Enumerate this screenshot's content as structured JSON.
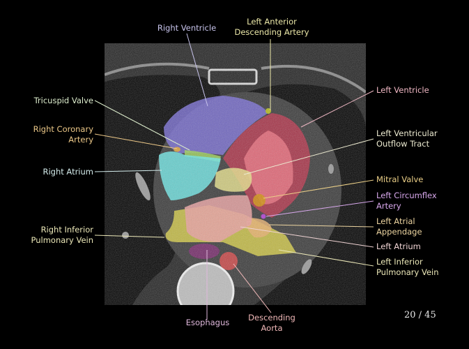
{
  "slide": {
    "counter": "20 / 45",
    "current_page": 20,
    "total_pages": 45
  },
  "colors": {
    "right_ventricle": "#7a6fd6",
    "left_ventricle": "#b0344a",
    "left_ventricle_cavity": "#e8707e",
    "right_atrium": "#6ee8e6",
    "tricuspid_valve": "#9acc5a",
    "lvot": "#e6e08a",
    "left_atrium": "#e8a0a0",
    "pulmonary_veins": "#d6cc48",
    "left_atrial_appendage": "#e8b070",
    "mitral_valve": "#d09010",
    "esophagus": "#7a2a6e",
    "descending_aorta": "#d04848",
    "circumflex": "#b040d0",
    "lad": "#b0b820",
    "rca": "#d8a040"
  },
  "labels": {
    "right_ventricle": {
      "text": "Right Ventricle",
      "color": "#c8c4ec"
    },
    "lad": {
      "text": "Left Anterior\nDescending Artery",
      "color": "#ece8a8"
    },
    "tricuspid_valve": {
      "text": "Tricuspid Valve",
      "color": "#dceccc"
    },
    "rca": {
      "text": "Right Coronary\nArtery",
      "color": "#ecc888"
    },
    "right_atrium": {
      "text": "Right Atrium",
      "color": "#d4ecec"
    },
    "right_inferior_pv": {
      "text": "Right Inferior\nPulmonary Vein",
      "color": "#ece8b8"
    },
    "left_ventricle": {
      "text": "Left Ventricle",
      "color": "#f0b8c4"
    },
    "lvot": {
      "text": "Left Ventricular\nOutflow Tract",
      "color": "#ecead0"
    },
    "mitral_valve": {
      "text": "Mitral Valve",
      "color": "#ecd088"
    },
    "left_circumflex": {
      "text": "Left Circumflex\nArtery",
      "color": "#d8a8ec"
    },
    "left_atrial_appendage": {
      "text": "Left Atrial\nAppendage",
      "color": "#ecd4a0"
    },
    "left_atrium": {
      "text": "Left Atrium",
      "color": "#f0d4d4"
    },
    "left_inferior_pv": {
      "text": "Left Inferior\nPulmonary Vein",
      "color": "#ece8b8"
    },
    "esophagus": {
      "text": "Esophagus",
      "color": "#e0b8dc"
    },
    "descending_aorta": {
      "text": "Descending\nAorta",
      "color": "#f0b8b8"
    }
  }
}
